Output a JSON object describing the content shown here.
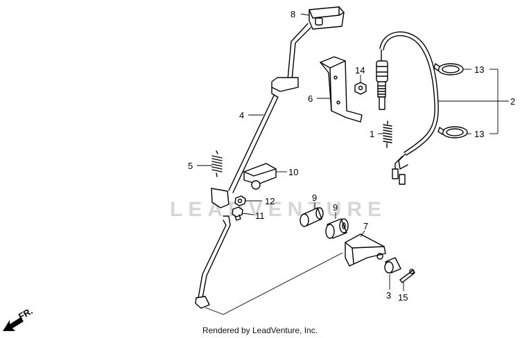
{
  "parts": {
    "p1": "1",
    "p2": "2",
    "p3": "3",
    "p4": "4",
    "p5": "5",
    "p6": "6",
    "p7": "7",
    "p8": "8",
    "p9a": "9",
    "p9b": "9",
    "p10": "10",
    "p11": "11",
    "p12": "12",
    "p13a": "13",
    "p13b": "13",
    "p14": "14",
    "p15": "15"
  },
  "direction_label": "FR.",
  "watermark": "LEADVENTURE",
  "footer": "Rendered by LeadVenture, Inc."
}
